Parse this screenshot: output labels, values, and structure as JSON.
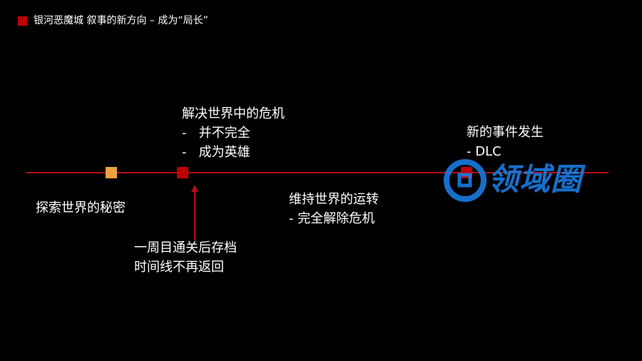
{
  "header": {
    "title": "银河恶魔城 叙事的新方向 – 成为“局长”"
  },
  "colors": {
    "accent": "#c00000",
    "timeline": "#b30f14",
    "marker_orange": "#f0a040",
    "marker_red": "#c00000",
    "watermark": "#1a7fe6"
  },
  "timeline": {
    "events": [
      {
        "label": "探索世界的秘密"
      },
      {
        "title": "解决世界中的危机",
        "items": [
          "-   并不完全",
          "-   成为英雄"
        ]
      },
      {
        "title": "一周目通关后存档",
        "subtitle": "时间线不再返回"
      },
      {
        "title": "维持世界的运转",
        "items": [
          "- 完全解除危机"
        ]
      },
      {
        "title": "新的事件发生",
        "items": [
          "- DLC"
        ]
      }
    ]
  },
  "watermark": {
    "text": "领域圈",
    "icon": "logo-ring-icon"
  }
}
